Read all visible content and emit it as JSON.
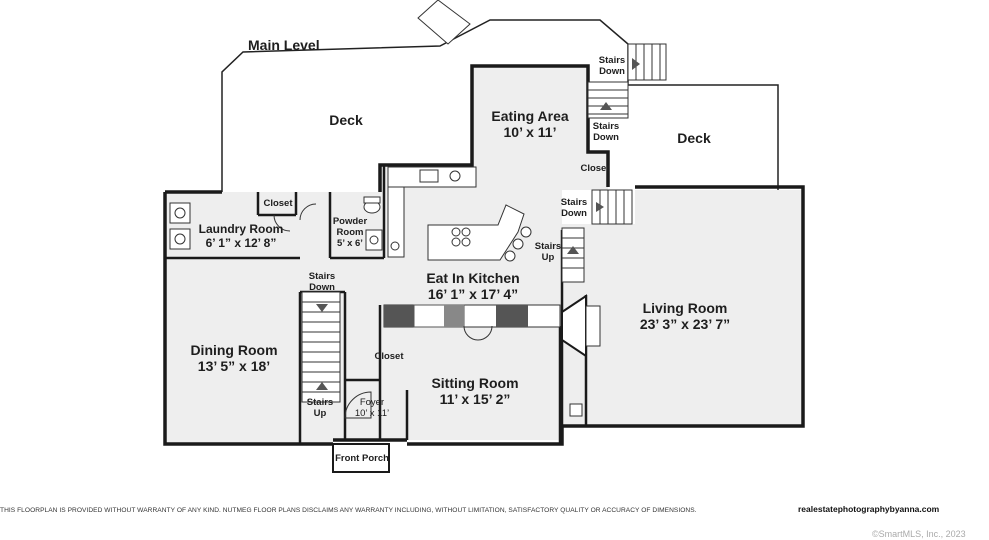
{
  "plan": {
    "level_title": "Main Level",
    "rooms": [
      {
        "key": "deck_left",
        "name": "Deck",
        "dims": ""
      },
      {
        "key": "eating_area",
        "name": "Eating Area",
        "dims": "10’ x 11’"
      },
      {
        "key": "deck_right",
        "name": "Deck",
        "dims": ""
      },
      {
        "key": "laundry_room",
        "name": "Laundry Room",
        "dims": "6’ 1” x 12’ 8”"
      },
      {
        "key": "powder_room",
        "name": "Powder Room",
        "dims": "5’ x 6’"
      },
      {
        "key": "eat_in_kitchen",
        "name": "Eat In Kitchen",
        "dims": "16’ 1” x 17’ 4”"
      },
      {
        "key": "living_room",
        "name": "Living Room",
        "dims": "23’ 3” x 23’ 7”"
      },
      {
        "key": "dining_room",
        "name": "Dining Room",
        "dims": "13’ 5” x 18’"
      },
      {
        "key": "sitting_room",
        "name": "Sitting Room",
        "dims": "11’ x 15’ 2”"
      },
      {
        "key": "foyer",
        "name": "Foyer",
        "dims": "10’ x 11’"
      },
      {
        "key": "front_porch",
        "name": "Front Porch",
        "dims": ""
      }
    ],
    "small_labels": {
      "closet_laundry": "Closet",
      "closet_eating": "Closet",
      "closet_foyer": "Closet",
      "stairs_down_top": "Stairs Down",
      "stairs_down_deck": "Stairs Down",
      "stairs_down_kitchen": "Stairs Down",
      "stairs_up_kitchen": "Stairs Up",
      "stairs_down_dining": "Stairs Down",
      "stairs_up_foyer": "Stairs Up"
    }
  },
  "footer": {
    "disclaimer": "THIS FLOORPLAN IS PROVIDED WITHOUT WARRANTY OF ANY KIND. NUTMEG FLOOR PLANS DISCLAIMS ANY WARRANTY INCLUDING, WITHOUT LIMITATION, SATISFACTORY QUALITY OR ACCURACY OF DIMENSIONS.",
    "website": "realestatephotographybyanna.com",
    "copyright": "©SmartMLS, Inc., 2023"
  }
}
